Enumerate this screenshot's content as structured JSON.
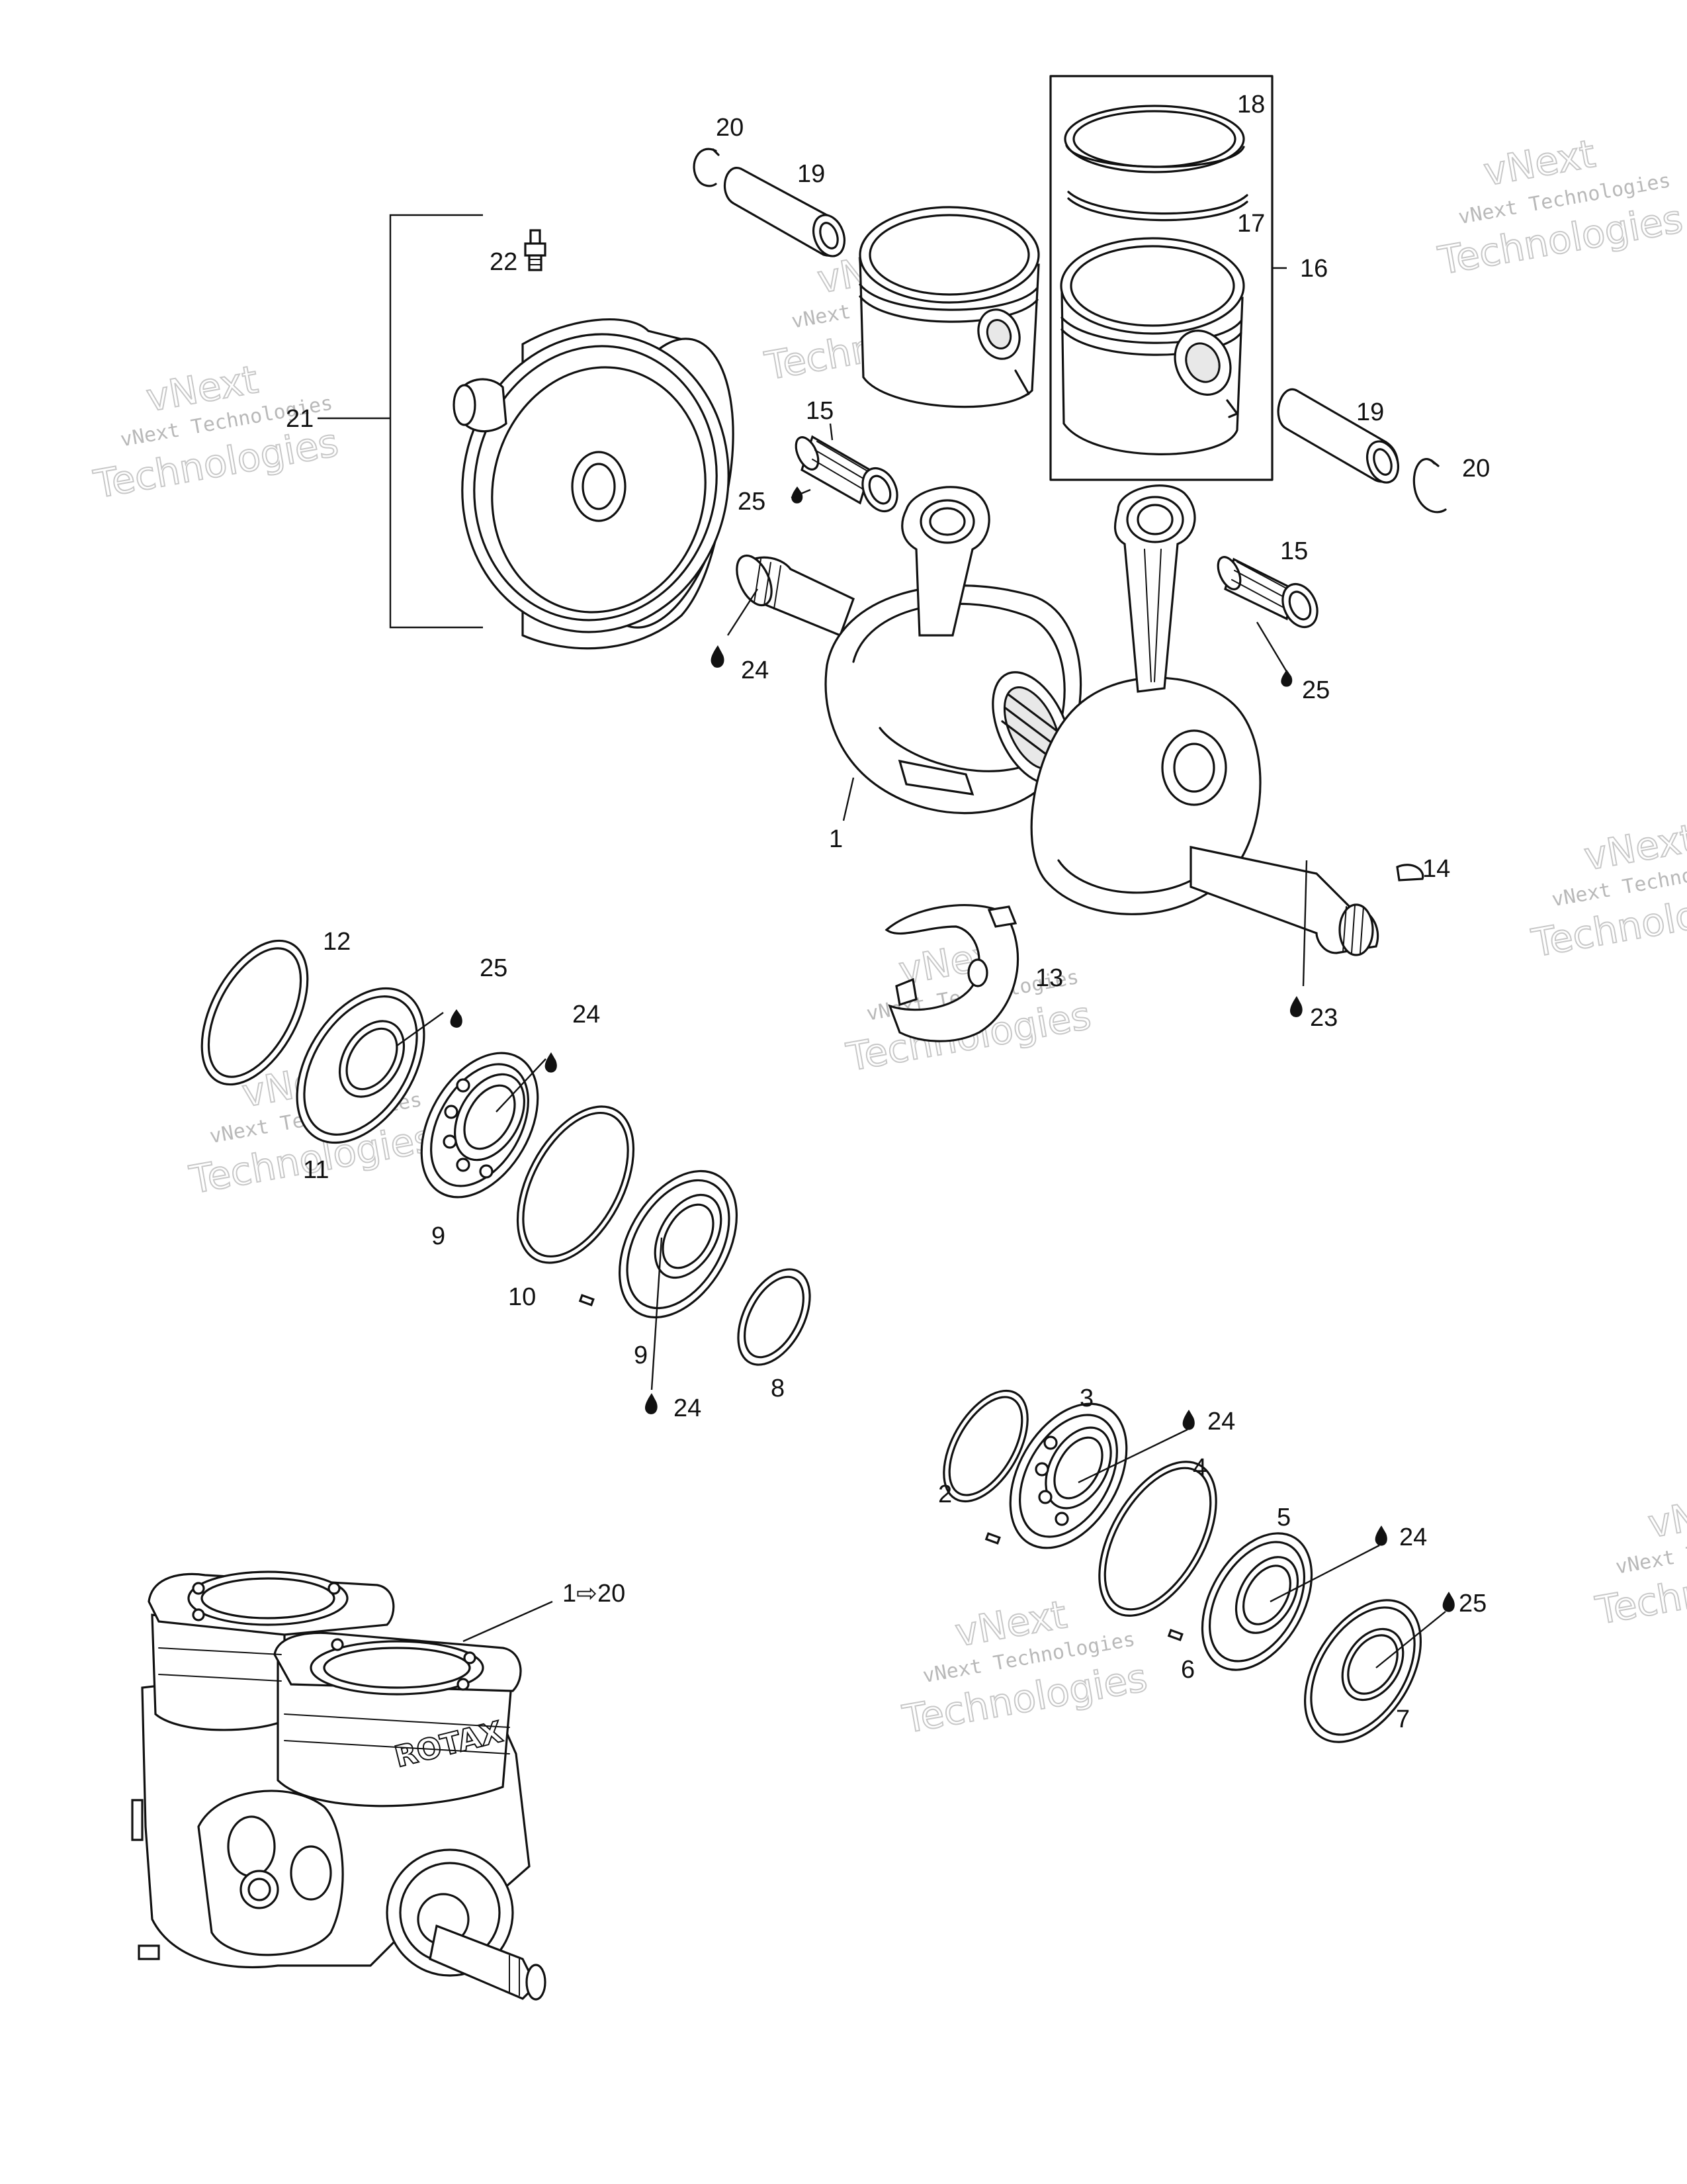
{
  "watermark": {
    "line1": "vNext Technologies",
    "line2": "Technologies",
    "wordmark": "vNext"
  },
  "engine_badge": "ROTAX",
  "callouts": {
    "c1": "1",
    "c1_20": "1⇨20",
    "c2": "2",
    "c3": "3",
    "c4": "4",
    "c5": "5",
    "c6": "6",
    "c7": "7",
    "c8": "8",
    "c9a": "9",
    "c9b": "9",
    "c10": "10",
    "c11": "11",
    "c12": "12",
    "c13": "13",
    "c14": "14",
    "c15a": "15",
    "c15b": "15",
    "c16": "16",
    "c17": "17",
    "c18": "18",
    "c19a": "19",
    "c19b": "19",
    "c20a": "20",
    "c20b": "20",
    "c21": "21",
    "c22": "22",
    "c23": "23",
    "c24a": "24",
    "c24b": "24",
    "c24c": "24",
    "c24d": "24",
    "c24e": "24",
    "c25a": "25",
    "c25b": "25",
    "c25c": "25",
    "c25d": "25"
  }
}
